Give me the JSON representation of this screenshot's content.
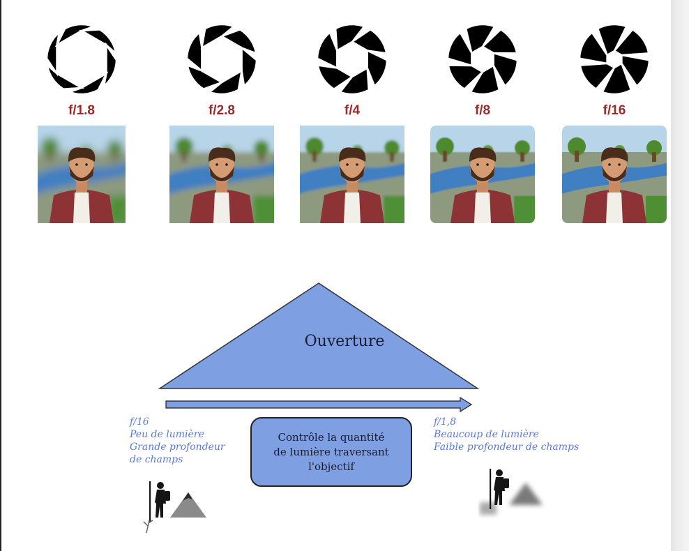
{
  "colors": {
    "f_label": "#9b2a2a",
    "triangle_fill": "#7f9fe3",
    "text_blue": "#5a7ad8",
    "outline": "#222222",
    "dark_text": "#1a1a2e"
  },
  "apertures": [
    {
      "label": "f/1.8",
      "opening": 0.82,
      "blur": 2.2,
      "icon": "aperture-icon"
    },
    {
      "label": "f/2.8",
      "opening": 0.66,
      "blur": 1.4,
      "icon": "aperture-icon"
    },
    {
      "label": "f/4",
      "opening": 0.5,
      "blur": 0.7,
      "icon": "aperture-icon"
    },
    {
      "label": "f/8",
      "opening": 0.36,
      "blur": 0.3,
      "icon": "aperture-icon"
    },
    {
      "label": "f/16",
      "opening": 0.24,
      "blur": 0,
      "icon": "aperture-icon"
    }
  ],
  "triangle": {
    "title": "Ouverture"
  },
  "left_side": {
    "f_value": "f/16",
    "lines": [
      "Peu de lumière",
      "Grande profondeur",
      "de champs"
    ]
  },
  "right_side": {
    "f_value": "f/1,8",
    "lines": [
      "Beaucoup de lumière",
      "Faible profondeur de champs"
    ]
  },
  "center_box": {
    "lines": [
      "Contrôle la quantité",
      "de lumière traversant",
      "l'objectif"
    ]
  }
}
